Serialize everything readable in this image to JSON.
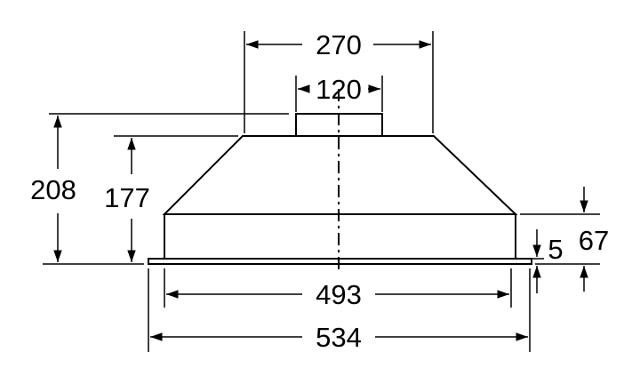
{
  "drawing": {
    "dimensions": {
      "top_width": "270",
      "chimney_width": "120",
      "total_height": "208",
      "body_height": "177",
      "box_height": "67",
      "plate_thickness": "5",
      "box_width": "493",
      "plate_width": "534"
    }
  }
}
